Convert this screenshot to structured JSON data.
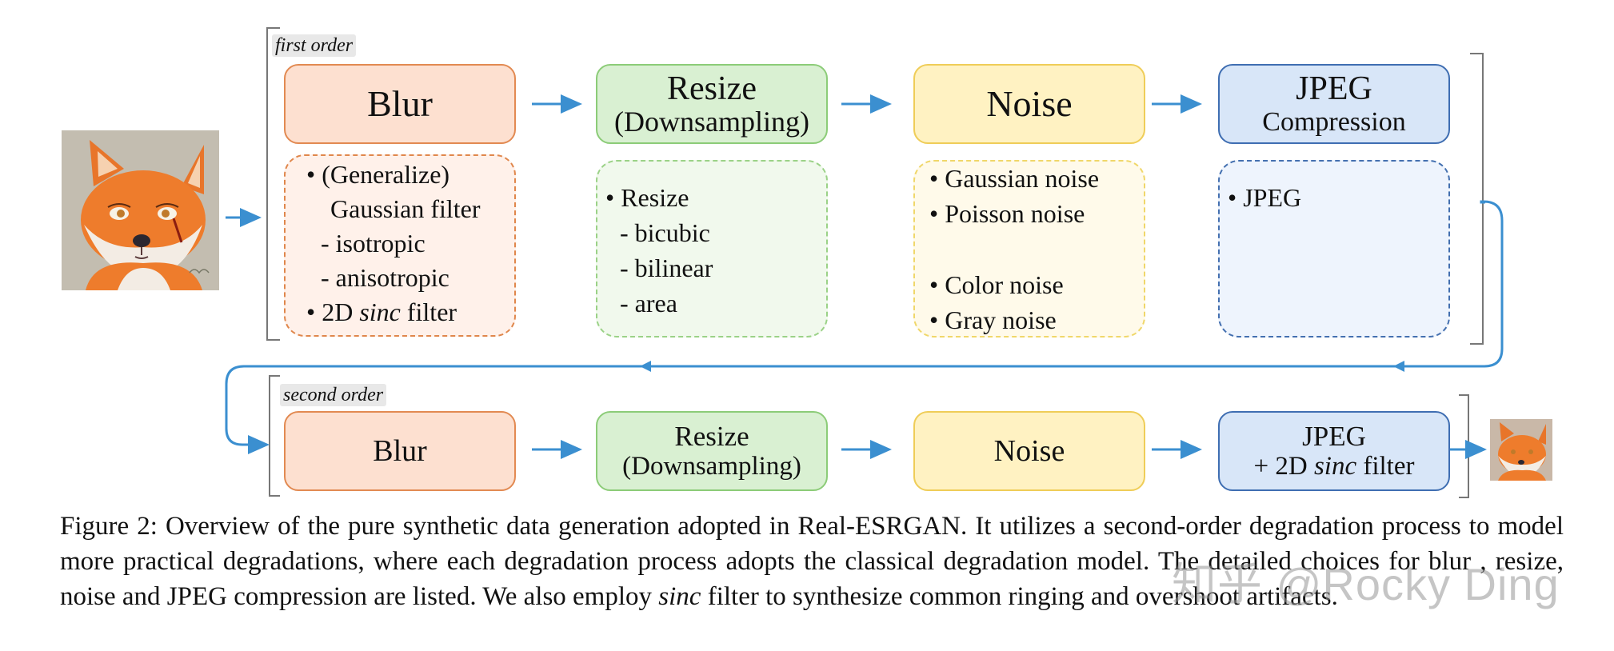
{
  "first_order": {
    "label": "first order",
    "stages": {
      "blur": "Blur",
      "resize": "Resize",
      "resize_sub": "(Downsampling)",
      "noise": "Noise",
      "jpeg": "JPEG",
      "jpeg_sub": "Compression"
    },
    "options": {
      "blur": [
        "(Generalize)",
        "Gaussian filter",
        "- isotropic",
        "- anisotropic",
        "2D",
        "sinc",
        "filter"
      ],
      "resize": [
        "Resize",
        "- bicubic",
        "- bilinear",
        "- area"
      ],
      "noise": [
        "Gaussian noise",
        "Poisson noise",
        "Color noise",
        "Gray noise"
      ],
      "jpeg": [
        "JPEG"
      ]
    }
  },
  "second_order": {
    "label": "second order",
    "stages": {
      "blur": "Blur",
      "resize": "Resize",
      "resize_sub": "(Downsampling)",
      "noise": "Noise",
      "jpeg": "JPEG",
      "jpeg_sub_pre": "+ 2D",
      "jpeg_sub_em": "sinc",
      "jpeg_sub_post": "filter"
    }
  },
  "caption": {
    "prefix": "Figure 2: Overview of the pure synthetic data generation adopted in Real-ESRGAN. It utilizes a second-order degradation process to model more practical degradations, where each degradation process adopts the classical degradation model. The detailed choices for blur , resize, noise and JPEG compression are listed. We also employ ",
    "em": "sinc",
    "suffix": " filter to synthesize common ringing and overshoot artifacts."
  },
  "watermark": "知乎 @Rocky Ding",
  "colors": {
    "blur_fill": "#fde0d0",
    "blur_border": "#e28a52",
    "resize_fill": "#d9f0d2",
    "resize_border": "#8ccc78",
    "noise_fill": "#fff2c2",
    "noise_border": "#efcd58",
    "jpeg_fill": "#d8e6f8",
    "jpeg_border": "#3f6eb2",
    "arrow": "#3b8fd0"
  }
}
